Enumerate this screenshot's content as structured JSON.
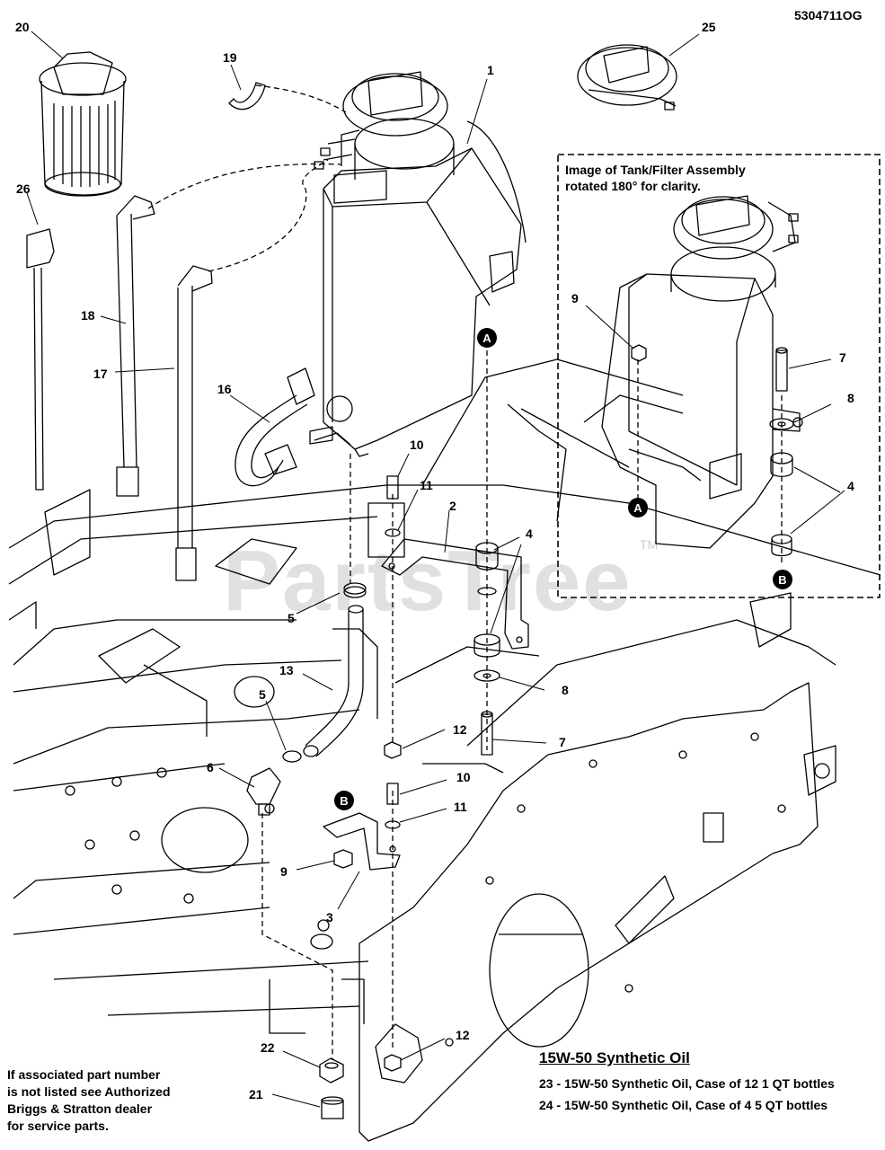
{
  "document_code": "5304711OG",
  "watermark": "PartsTree",
  "watermark_tm": "TM",
  "callouts": {
    "c1": "1",
    "c2": "2",
    "c3": "3",
    "c4a": "4",
    "c4b": "4",
    "c5a": "5",
    "c5b": "5",
    "c6": "6",
    "c7a": "7",
    "c7b": "7",
    "c8a": "8",
    "c8b": "8",
    "c9a": "9",
    "c9b": "9",
    "c10a": "10",
    "c10b": "10",
    "c11a": "11",
    "c11b": "11",
    "c12a": "12",
    "c12b": "12",
    "c13": "13",
    "c16": "16",
    "c17": "17",
    "c18": "18",
    "c19": "19",
    "c20": "20",
    "c21": "21",
    "c22": "22",
    "c25": "25",
    "c26": "26"
  },
  "markers": {
    "a_main": "A",
    "a_insert": "A",
    "b_main": "B",
    "b_insert": "B"
  },
  "insert": {
    "line1": "Image of Tank/Filter Assembly",
    "line2": "rotated 180° for clarity."
  },
  "footnote": {
    "line1": "If associated part number",
    "line2": "is not listed see Authorized",
    "line3": "Briggs & Stratton dealer",
    "line4": "for service parts."
  },
  "oil": {
    "heading": "15W-50 Synthetic Oil",
    "line1": "23 - 15W-50 Synthetic Oil, Case of 12 1 QT bottles",
    "line2": "24 - 15W-50 Synthetic Oil, Case of 4 5 QT bottles"
  }
}
